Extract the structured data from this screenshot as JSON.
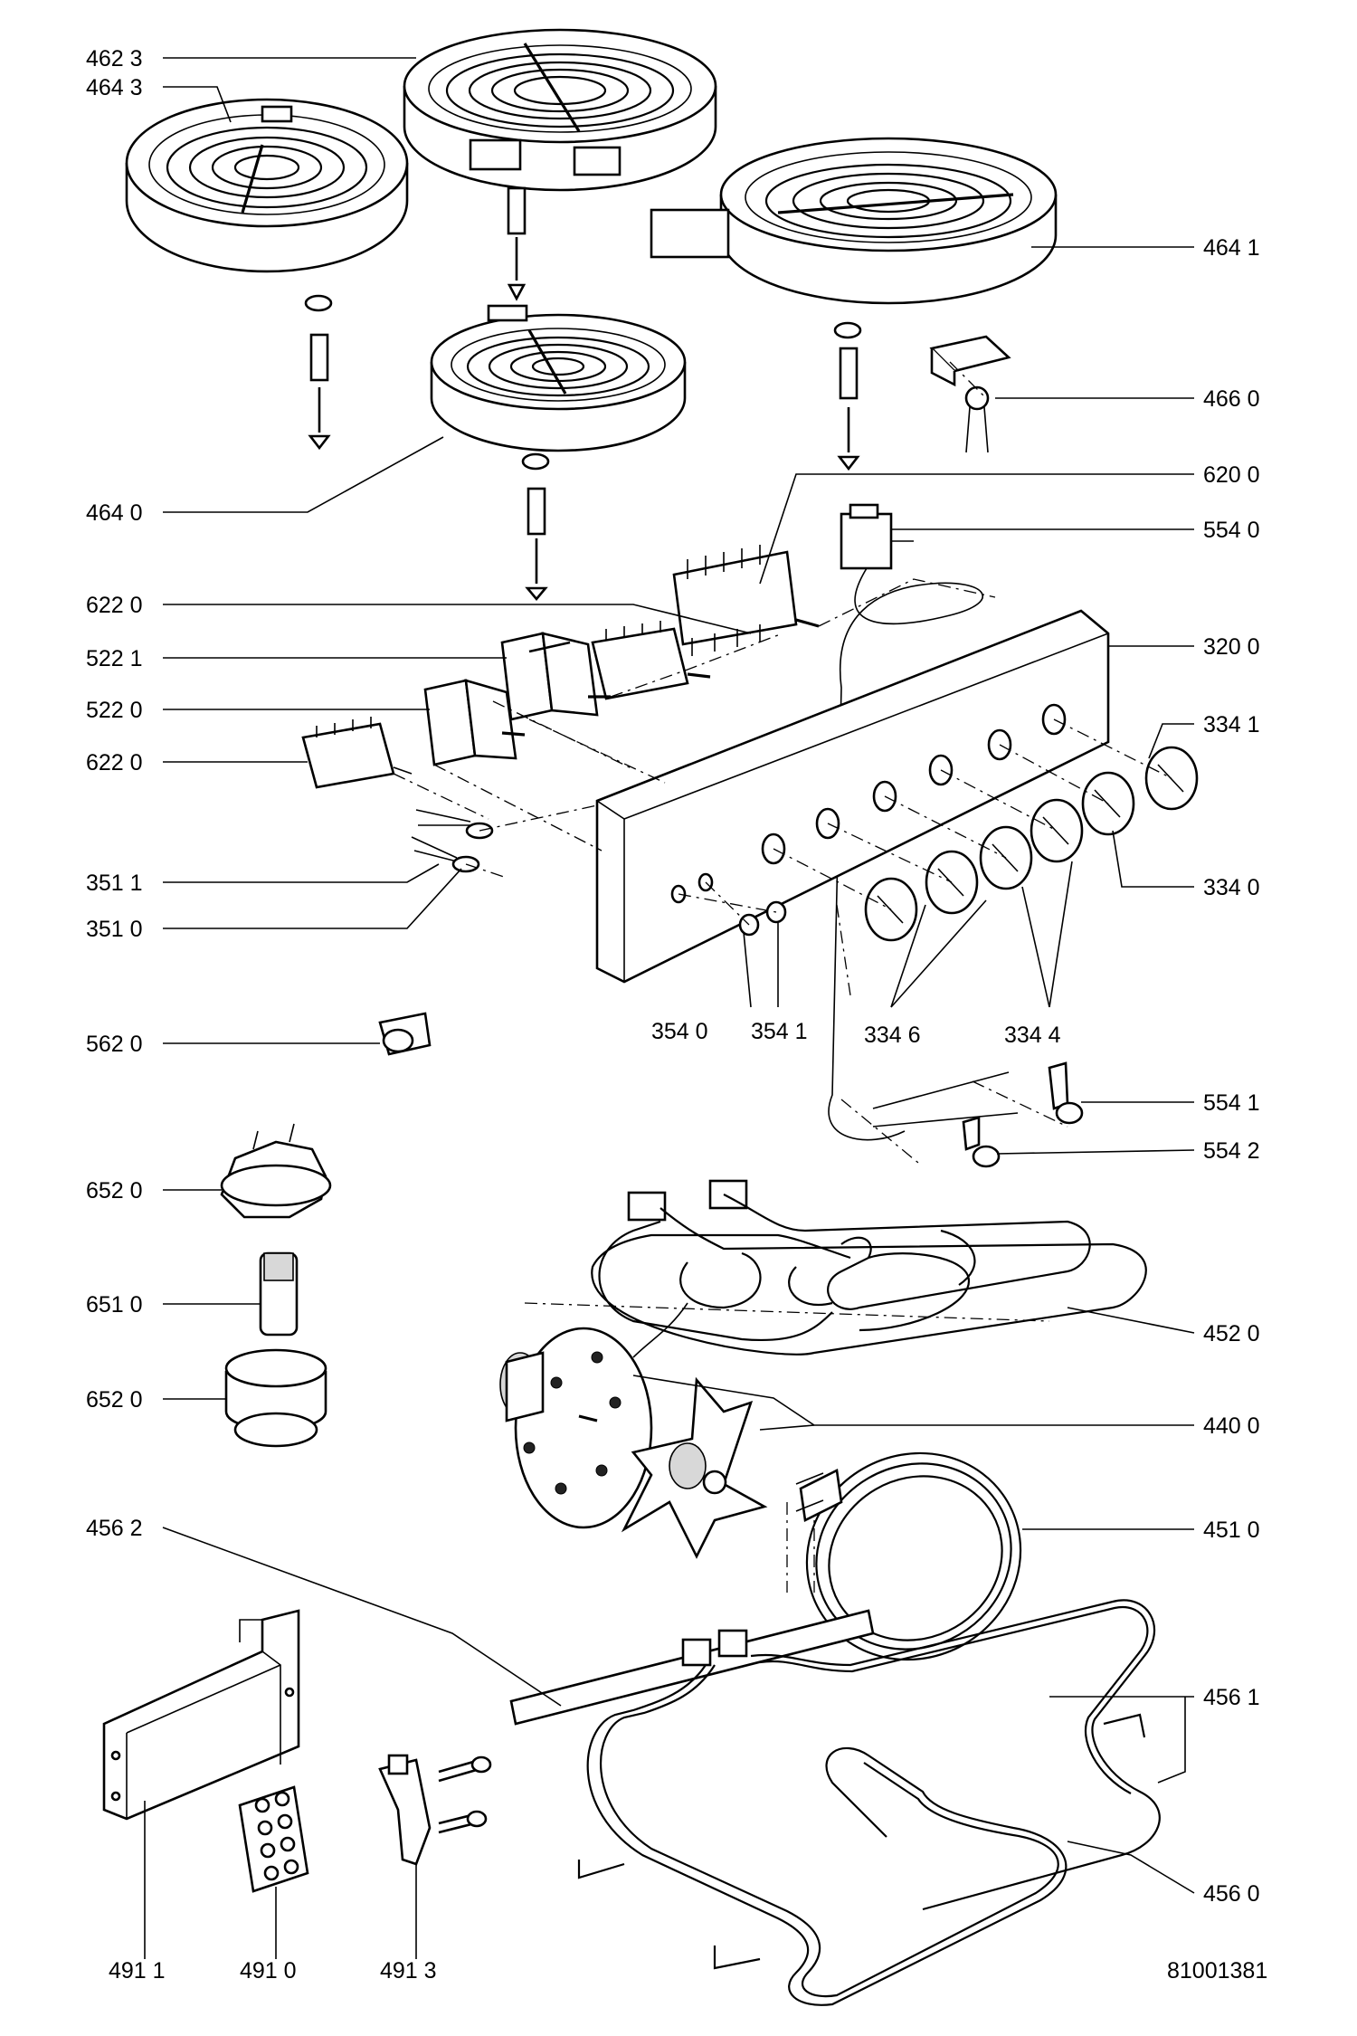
{
  "diagram": {
    "labels": {
      "l_4623": "462 3",
      "l_4643": "464 3",
      "l_4641": "464 1",
      "l_4660": "466 0",
      "l_4640": "464 0",
      "l_6200": "620 0",
      "l_5540": "554 0",
      "l_6220a": "622 0",
      "l_3200": "320 0",
      "l_5221": "522 1",
      "l_3341": "334 1",
      "l_5220": "522 0",
      "l_6220b": "622 0",
      "l_3511": "351 1",
      "l_3340": "334 0",
      "l_3510": "351 0",
      "l_3540": "354 0",
      "l_3541": "354 1",
      "l_3346": "334 6",
      "l_3344": "334 4",
      "l_5620": "562 0",
      "l_5541": "554 1",
      "l_5542": "554 2",
      "l_6520a": "652 0",
      "l_4520": "452 0",
      "l_6510": "651 0",
      "l_6520b": "652 0",
      "l_4400": "440 0",
      "l_4562": "456 2",
      "l_4510": "451 0",
      "l_4561": "456 1",
      "l_4560": "456 0",
      "l_4911": "491 1",
      "l_4910": "491 0",
      "l_4913": "491 3",
      "doc_number": "81001381"
    }
  }
}
